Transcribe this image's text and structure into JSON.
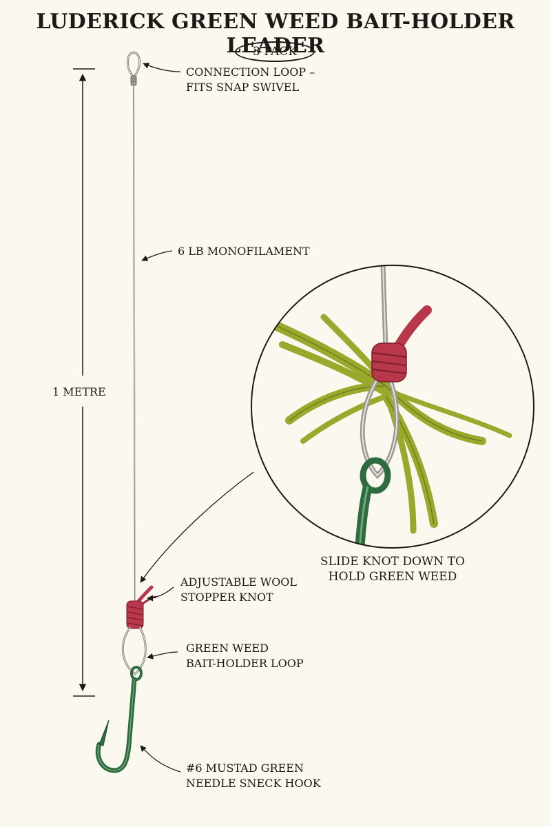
{
  "header": {
    "title": "LUDERICK GREEN WEED BAIT-HOLDER LEADER",
    "pack_badge": "3 PACK"
  },
  "dimension": {
    "length_label": "1 METRE"
  },
  "callouts": {
    "connection_loop": [
      "CONNECTION LOOP –",
      "FITS SNAP SWIVEL"
    ],
    "monofilament": [
      "6 LB MONOFILAMENT"
    ],
    "stopper_knot": [
      "ADJUSTABLE WOOL",
      "STOPPER KNOT"
    ],
    "bait_holder_loop": [
      "GREEN WEED",
      "BAIT-HOLDER LOOP"
    ],
    "hook": [
      "#6 MUSTAD GREEN",
      "NEEDLE SNECK HOOK"
    ],
    "detail_caption": [
      "SLIDE KNOT DOWN TO",
      "HOLD GREEN WEED"
    ]
  },
  "colors": {
    "background": "#fbf8ef",
    "line": "#8a8a84",
    "wool": "#b8374a",
    "hook": "#2e6b3f",
    "weed": "#9aa82c",
    "ink": "#1c1a17"
  }
}
